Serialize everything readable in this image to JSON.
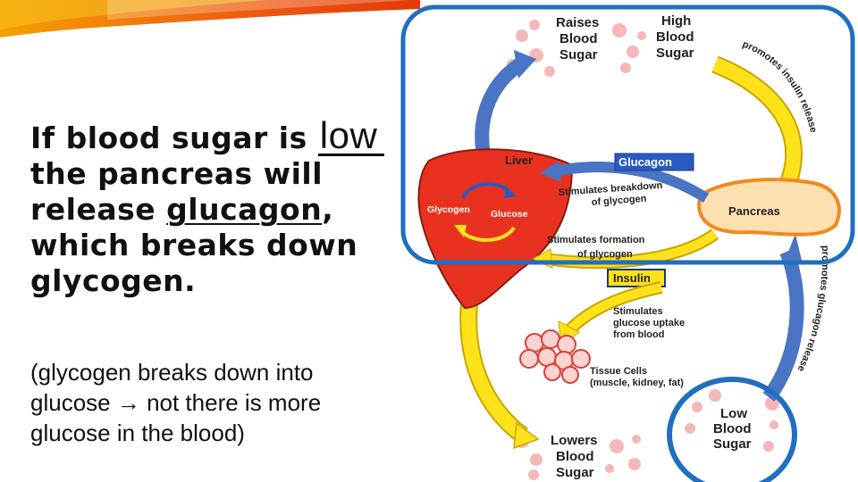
{
  "slide": {
    "main_line1_prefix": "If blood sugar is",
    "main_blank_word": "low",
    "main_line2": "the pancreas will",
    "main_line3_prefix": "release ",
    "main_line3_keyword": "glucagon",
    "main_line3_suffix": ",",
    "main_line4": "which breaks down",
    "main_line5": "glycogen.",
    "note_line1": "(glycogen breaks down into",
    "note_line2_prefix": "glucose ",
    "note_arrow": "→",
    "note_line2_suffix": " not there is more",
    "note_line3": "glucose in the blood)"
  },
  "diagram": {
    "raises_l1": "Raises",
    "raises_l2": "Blood",
    "raises_l3": "Sugar",
    "high_l1": "High",
    "high_l2": "Blood",
    "high_l3": "Sugar",
    "promotes_insulin": "promotes insulin release",
    "liver": "Liver",
    "glucagon": "Glucagon",
    "glycogen": "Glycogen",
    "glucose": "Glucose",
    "stim_breakdown_l1": "Stimulates breakdown",
    "stim_breakdown_l2": "of glycogen",
    "pancreas": "Pancreas",
    "stim_formation_l1": "Stimulates formation",
    "stim_formation_l2": "of glycogen",
    "insulin": "Insulin",
    "uptake_l1": "Stimulates",
    "uptake_l2": "glucose uptake",
    "uptake_l3": "from blood",
    "tissue_l1": "Tissue Cells",
    "tissue_l2": "(muscle, kidney, fat)",
    "promotes_glucagon": "promotes glucagon release",
    "lowers_l1": "Lowers",
    "lowers_l2": "Blood",
    "lowers_l3": "Sugar",
    "low_l1": "Low",
    "low_l2": "Blood",
    "low_l3": "Sugar"
  },
  "colors": {
    "accent_blue": "#1f6fc1",
    "liver_red": "#e8321f",
    "pancreas_orange": "#f08a1e",
    "arrow_yellow": "#ffe21a",
    "arrow_blue": "#4a74c4",
    "blood_cell": "#f2a0a0"
  },
  "icons": {
    "banner": "orange-swoosh-banner",
    "cells": "tissue-cells-illustration"
  }
}
